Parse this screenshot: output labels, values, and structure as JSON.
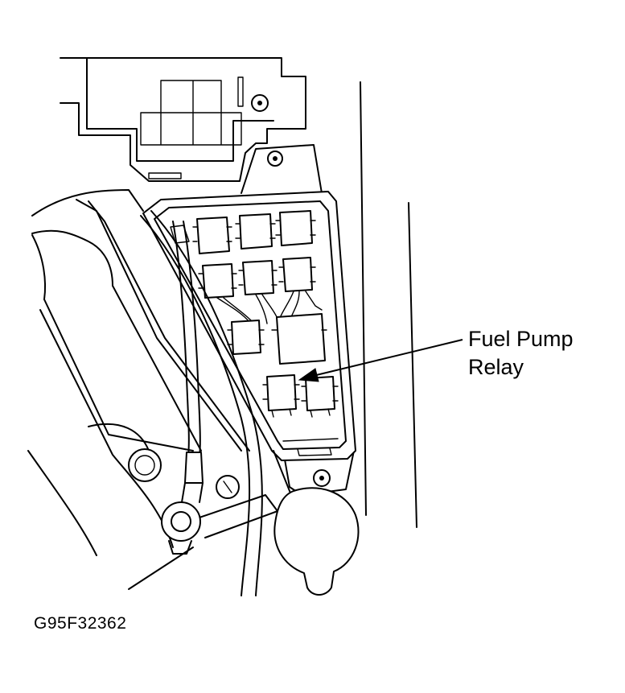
{
  "callout": {
    "line1": "Fuel Pump",
    "line2": "Relay"
  },
  "figure_id": "G95F32362"
}
